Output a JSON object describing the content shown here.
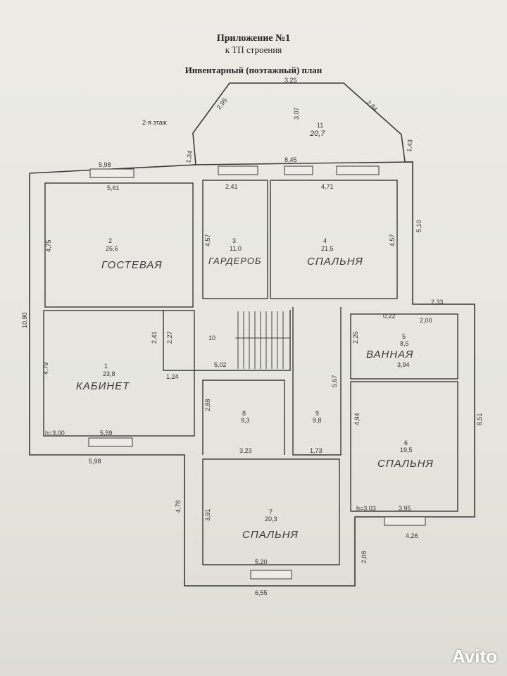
{
  "header": {
    "line1": "Приложение №1",
    "line2": "к ТП строения",
    "line3": "Инвентарный (поэтажный) план"
  },
  "floor_label": "2-я этаж",
  "rooms": [
    {
      "no": "1",
      "area": "23,8",
      "name": "КАБИНЕТ"
    },
    {
      "no": "2",
      "area": "26,6",
      "name": "ГОСТЕВАЯ"
    },
    {
      "no": "3",
      "area": "11,0",
      "name": "ГАРДЕРОБ"
    },
    {
      "no": "4",
      "area": "21,5",
      "name": "СПАЛЬНЯ"
    },
    {
      "no": "5",
      "area": "8,5",
      "name": "ВАННАЯ"
    },
    {
      "no": "6",
      "area": "19,5",
      "name": "СПАЛЬНЯ"
    },
    {
      "no": "7",
      "area": "20,3",
      "name": "СПАЛЬНЯ"
    },
    {
      "no": "8",
      "area": "9,3",
      "name": ""
    },
    {
      "no": "9",
      "area": "9,8",
      "name": ""
    },
    {
      "no": "10",
      "area": "",
      "name": ""
    },
    {
      "no": "11",
      "area": "20,7",
      "name": ""
    }
  ],
  "dimensions": [
    "3,25",
    "2,95",
    "2,84",
    "3,07",
    "1,34",
    "1,43",
    "5,98",
    "8,45",
    "5,61",
    "2,41",
    "4,71",
    "4,75",
    "4,57",
    "4,57",
    "5,10",
    "10,90",
    "2,33",
    "0,22",
    "2,00",
    "2,41",
    "2,27",
    "2,26",
    "5,02",
    "1,24",
    "4,79",
    "5,67",
    "3,94",
    "2,88",
    "4,94",
    "h=3,00",
    "5,59",
    "3,23",
    "1,73",
    "8,51",
    "5,98",
    "3,91",
    "4,78",
    "h=3,03",
    "3,95",
    "4,26",
    "2,08",
    "5,20",
    "6,55"
  ],
  "watermark": "Avito",
  "colors": {
    "line": "#3a3a3a",
    "paper": "#ecebe6"
  }
}
